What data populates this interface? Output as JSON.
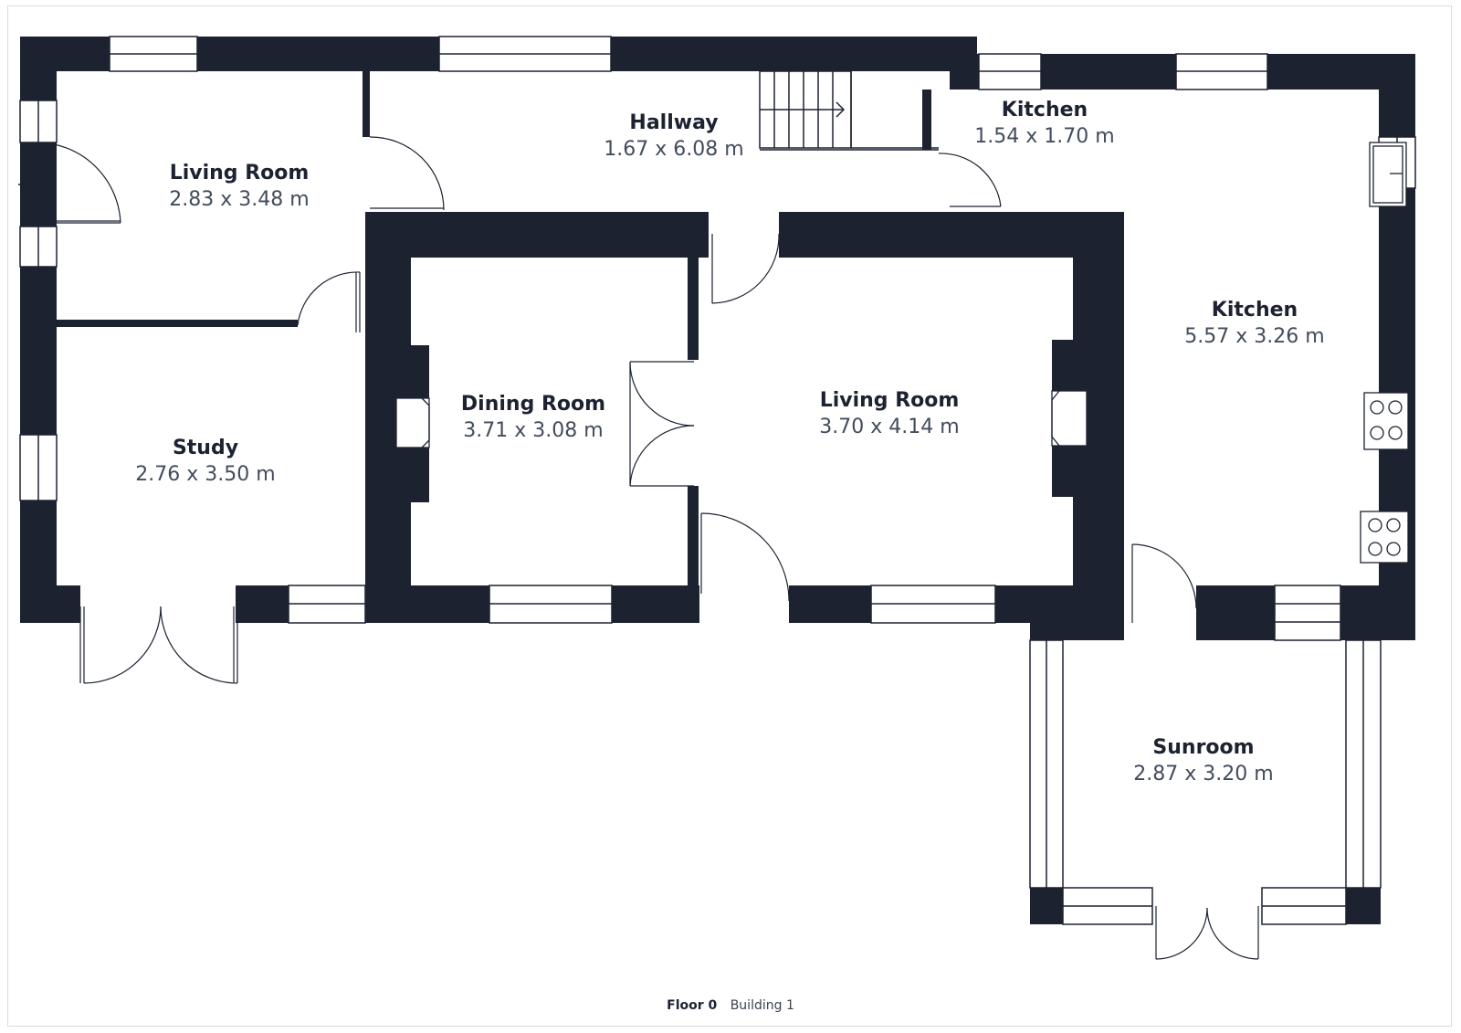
{
  "colors": {
    "wall": "#1c2230",
    "line": "#1c2230",
    "background": "#ffffff"
  },
  "rooms": {
    "living_room_1": {
      "name": "Living Room",
      "dims": "2.83 x 3.48 m"
    },
    "hallway": {
      "name": "Hallway",
      "dims": "1.67 x 6.08 m"
    },
    "kitchen_small": {
      "name": "Kitchen",
      "dims": "1.54 x 1.70 m"
    },
    "kitchen_main": {
      "name": "Kitchen",
      "dims": "5.57 x 3.26 m"
    },
    "dining_room": {
      "name": "Dining Room",
      "dims": "3.71 x 3.08 m"
    },
    "living_room_2": {
      "name": "Living Room",
      "dims": "3.70 x 4.14 m"
    },
    "study": {
      "name": "Study",
      "dims": "2.76 x 3.50 m"
    },
    "sunroom": {
      "name": "Sunroom",
      "dims": "2.87 x 3.20 m"
    }
  },
  "footer": {
    "floor": "Floor 0",
    "building": "Building 1"
  }
}
